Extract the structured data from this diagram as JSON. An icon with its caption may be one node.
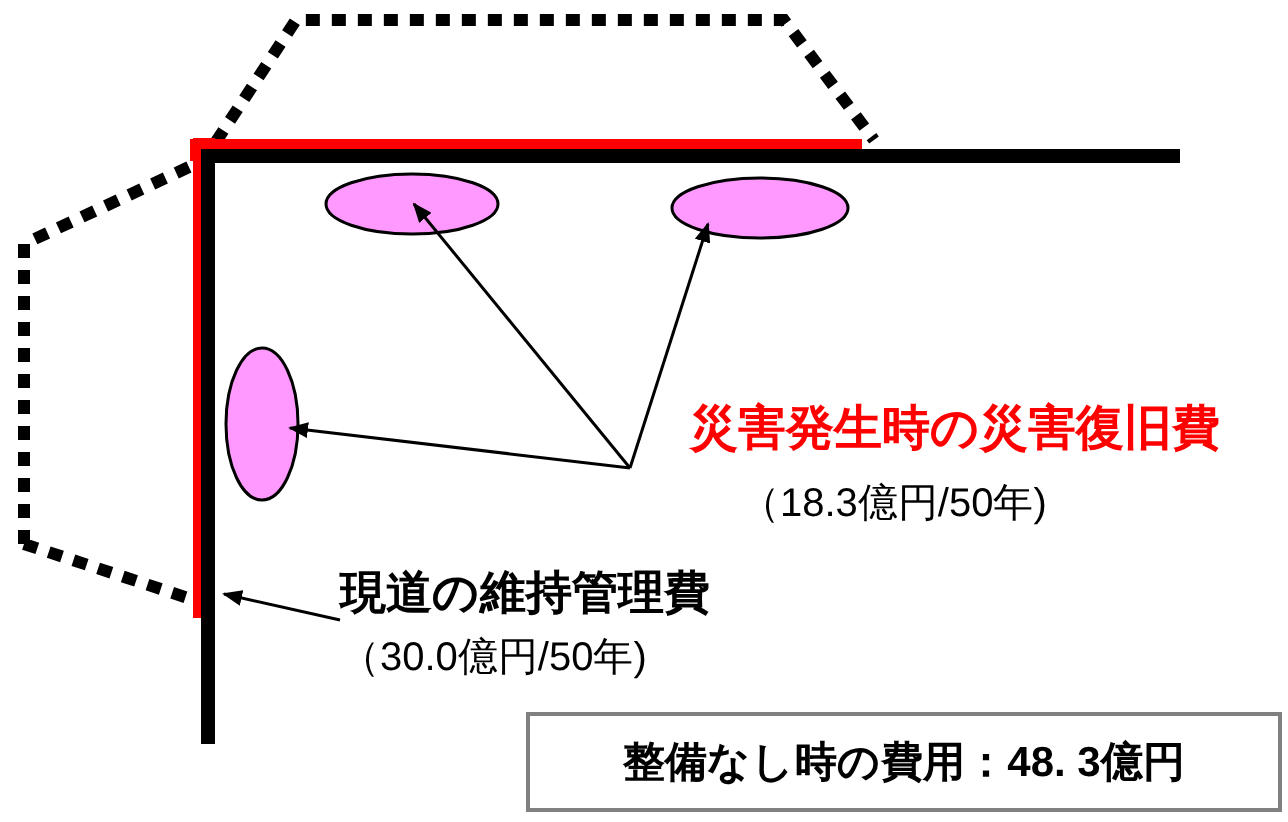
{
  "diagram": {
    "nodes": [
      {
        "text": [],
        "shape": "ellipse"
      },
      {
        "text": [],
        "shape": "ellipse"
      },
      {
        "text": [],
        "shape": "ellipse"
      },
      {
        "text": [
          "災害発生時の災害復旧費",
          "（18.3億円/50年)"
        ]
      },
      {
        "text": [],
        "shape": "bar"
      },
      {
        "text": [
          "現道の維持管理費",
          "（30.0億円/50年)"
        ]
      },
      {
        "text": [
          "整備なし時の費用：48. 3億円"
        ]
      }
    ],
    "edges": [
      {
        "from": 3,
        "to": 0,
        "arrow": "to"
      },
      {
        "from": 3,
        "to": 1,
        "arrow": "to"
      },
      {
        "from": 3,
        "to": 2,
        "arrow": "to"
      },
      {
        "from": 5,
        "to": 4,
        "arrow": "to"
      }
    ]
  }
}
